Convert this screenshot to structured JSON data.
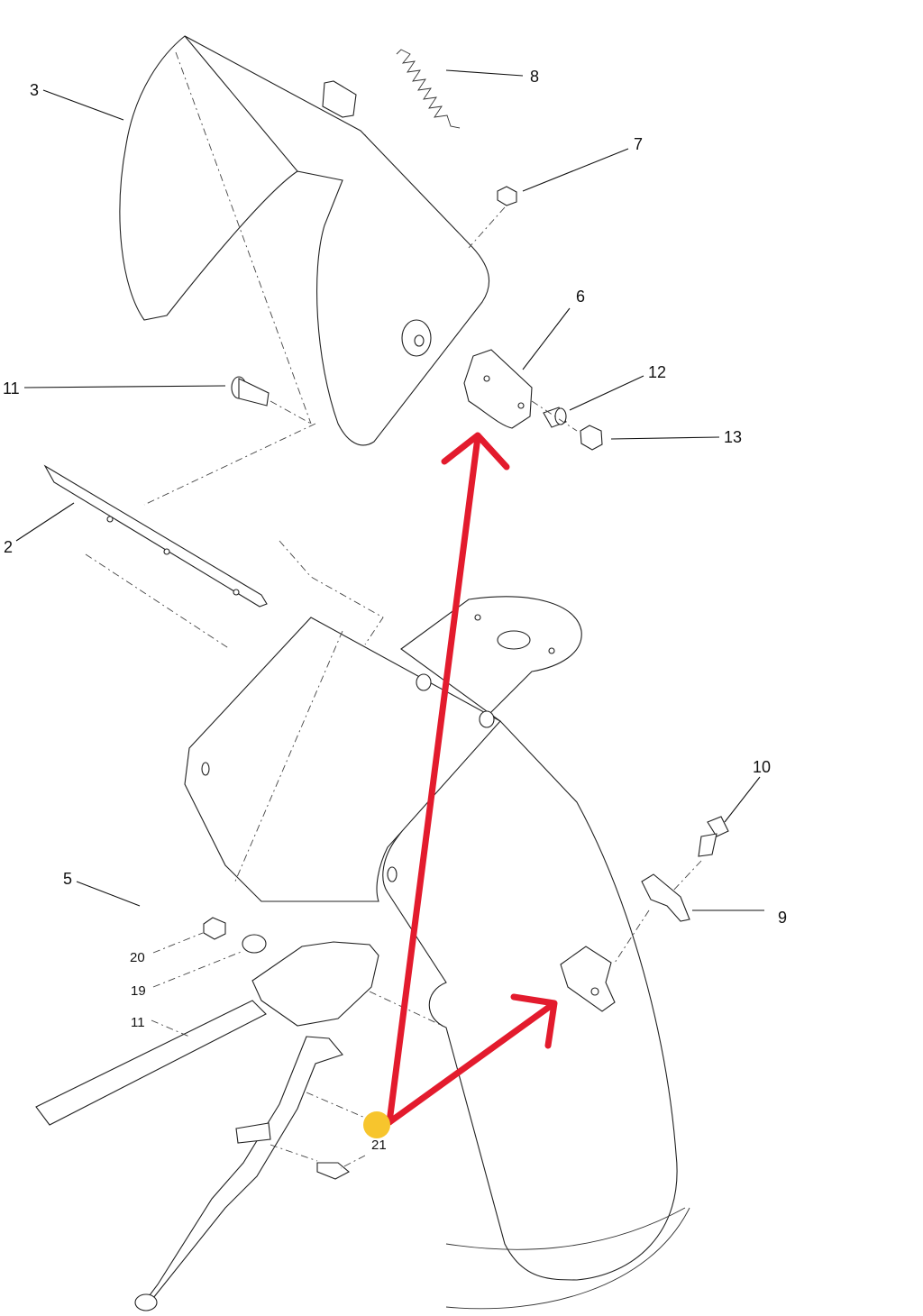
{
  "diagram": {
    "callouts": {
      "c3": "3",
      "c8": "8",
      "c7": "7",
      "c6": "6",
      "c12": "12",
      "c13": "13",
      "c11_top": "11",
      "c2": "2",
      "c10": "10",
      "c9": "9",
      "c5": "5",
      "c20": "20",
      "c19": "19",
      "c11_bottom": "11",
      "c21": "21"
    },
    "annotations": {
      "arrow_color": "#e31b2d",
      "marker_color": "#f7c52d"
    }
  }
}
